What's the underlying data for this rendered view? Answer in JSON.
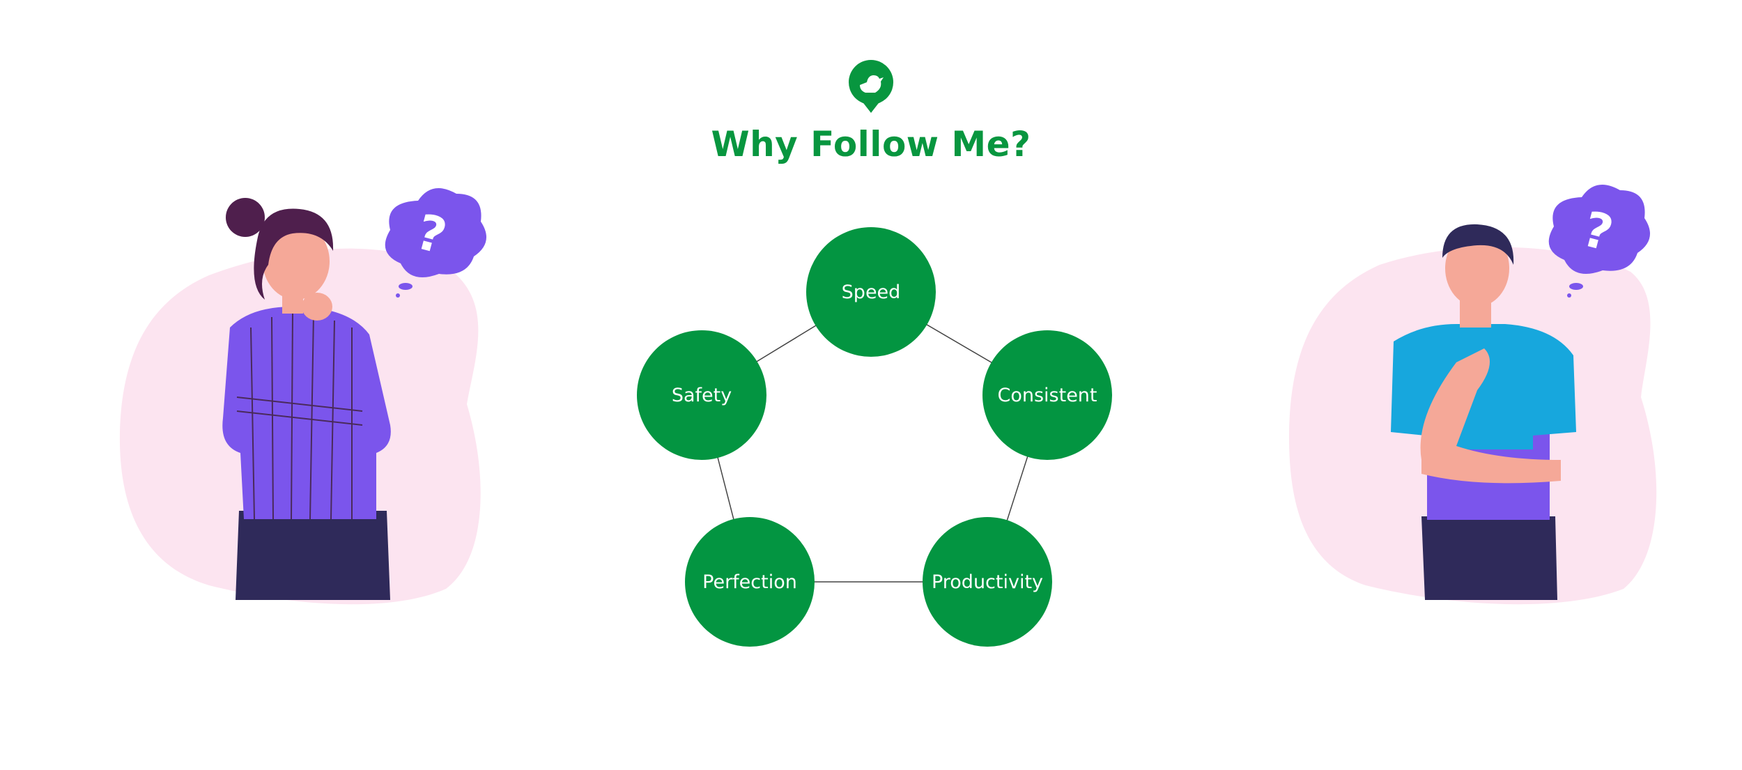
{
  "header": {
    "logo": "duck-location-pin-logo",
    "title": "Why Follow Me?"
  },
  "diagram": {
    "nodes": [
      {
        "label": "Speed"
      },
      {
        "label": "Consistent"
      },
      {
        "label": "Productivity"
      },
      {
        "label": "Perfection"
      },
      {
        "label": "Safety"
      }
    ]
  },
  "colors": {
    "green": "#039541",
    "purple": "#7b55ec",
    "pink_blob": "#fce4f0",
    "navy": "#2f2a5a",
    "blue_shirt": "#17a7dd",
    "skin": "#f5a898"
  }
}
